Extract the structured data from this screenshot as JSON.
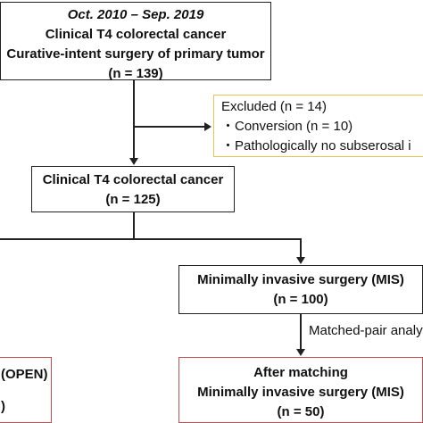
{
  "top_box": {
    "period": "Oct. 2010 – Sep. 2019",
    "line1": "Clinical T4 colorectal cancer",
    "line2": "Curative-intent surgery of primary tumor",
    "count": "(n = 139)"
  },
  "excluded_box": {
    "title": "Excluded (n = 14)",
    "item1": "・Conversion  (n = 10)",
    "item2": "・Pathologically no subserosal i"
  },
  "middle_box": {
    "line1": "Clinical T4 colorectal cancer",
    "count": "(n = 125)"
  },
  "mis_box": {
    "line1": "Minimally invasive surgery (MIS)",
    "count": "(n = 100)"
  },
  "matched_label": "Matched-pair analys",
  "open_box": {
    "line1": "(OPEN)",
    "count": ")"
  },
  "after_box": {
    "line1": "After matching",
    "line2": "Minimally invasive surgery (MIS)",
    "count": "(n = 50)"
  },
  "colors": {
    "border_main": "#222222",
    "border_excluded": "#e8c35a",
    "border_after": "#c0504d"
  }
}
